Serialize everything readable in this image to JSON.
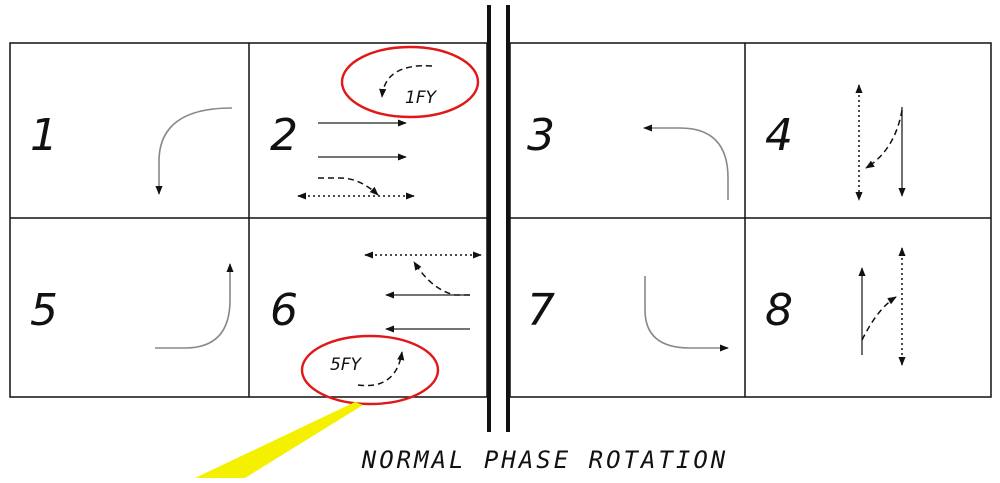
{
  "diagram": {
    "caption": "NORMAL PHASE ROTATION",
    "phases": {
      "p1": "1",
      "p2": "2",
      "p3": "3",
      "p4": "4",
      "p5": "5",
      "p6": "6",
      "p7": "7",
      "p8": "8"
    },
    "highlights": {
      "upper": "1FY",
      "lower": "5FY"
    },
    "colors": {
      "line": "#111111",
      "turn_arrow": "#888888",
      "highlight_oval": "#e01818",
      "callout": "#f5f000"
    }
  }
}
